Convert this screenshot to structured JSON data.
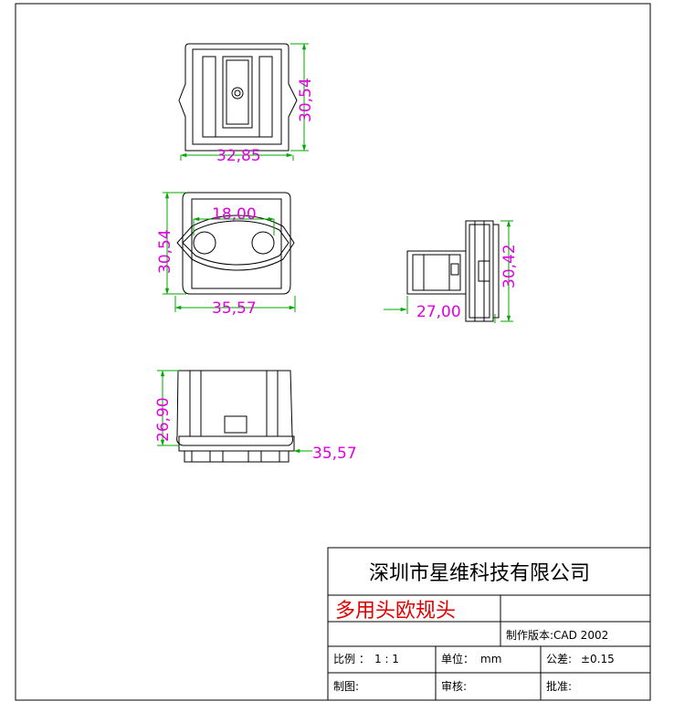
{
  "colors": {
    "outline": "#000000",
    "dimension_line": "#00a800",
    "dimension_text": "#e000e0",
    "product_name": "#e00000"
  },
  "views": {
    "top": {
      "width_dim": "32,85",
      "height_dim": "30,54"
    },
    "front": {
      "pin_spacing_dim": "18,00",
      "height_dim": "30,54",
      "width_dim": "35,57"
    },
    "side": {
      "depth_dim": "27,00",
      "height_dim": "30,42"
    },
    "bottom": {
      "height_dim": "26,90",
      "width_dim": "35,57"
    }
  },
  "title_block": {
    "company": "深圳市星维科技有限公司",
    "product": "多用头欧规头",
    "version": "制作版本:CAD 2002",
    "scale_label": "比例 ：",
    "scale_value": "1 : 1",
    "unit_label": "单位：",
    "unit_value": "mm",
    "tolerance_label": "公差:",
    "tolerance_value": "±0.15",
    "drawn_label": "制图:",
    "checked_label": "审核:",
    "approved_label": "批准:"
  }
}
